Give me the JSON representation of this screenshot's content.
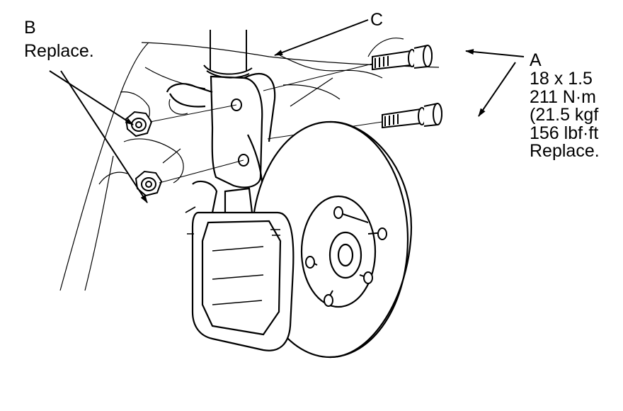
{
  "labels": {
    "b": {
      "letter": "B",
      "note": "Replace."
    },
    "c": {
      "letter": "C"
    },
    "a": {
      "letter": "A",
      "spec_lines": [
        "18 x 1.5",
        "211 N·m",
        "(21.5 kgf",
        "156 lbf·ft",
        "Replace."
      ]
    }
  },
  "colors": {
    "ink": "#000000",
    "paper": "#ffffff"
  }
}
